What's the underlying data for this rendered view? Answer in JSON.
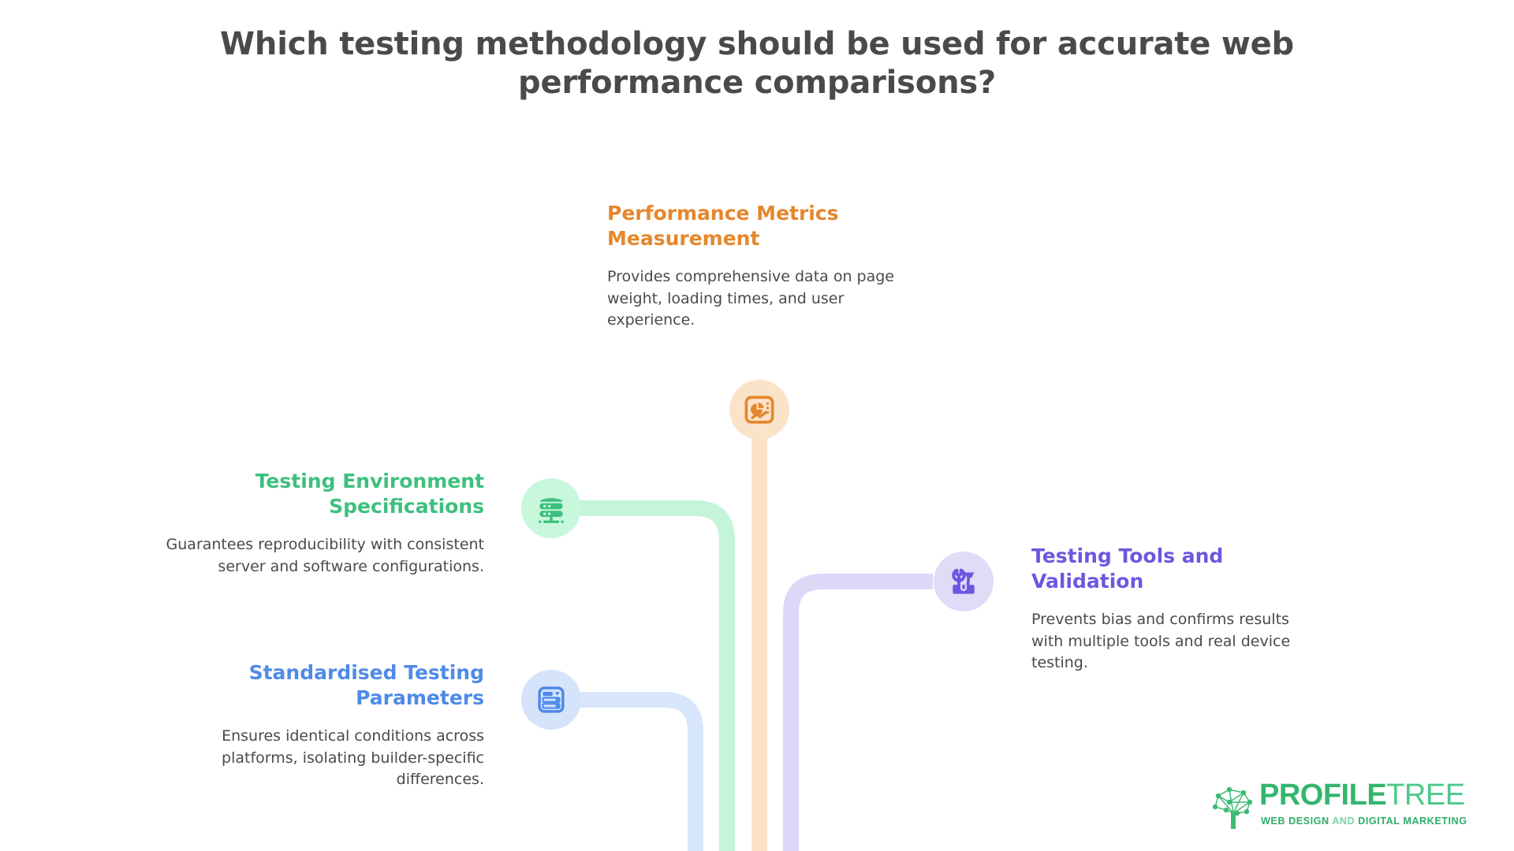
{
  "title": "Which testing methodology should be used for accurate web performance comparisons?",
  "colors": {
    "title_text": "#4a4a4a",
    "body_text": "#4a4a4a",
    "orange": "#e5872c",
    "orange_light": "#fbe3ca",
    "orange_wire": "#fce0c6",
    "green": "#3dc07d",
    "green_light": "#c8f7dc",
    "green_wire": "#c4f5d8",
    "blue": "#4f8ae8",
    "blue_light": "#d5e4fb",
    "blue_wire": "#d7e6fc",
    "purple": "#6c57e0",
    "purple_light": "#e0dcf8",
    "purple_wire": "#ddd8f7"
  },
  "nodes": [
    {
      "id": "performance-metrics-measurement",
      "heading": "Performance Metrics Measurement",
      "body": "Provides comprehensive data on page weight, loading times, and user experience.",
      "color": "#e5872c",
      "icon": "analytics-report-icon",
      "align": "left"
    },
    {
      "id": "testing-environment-specifications",
      "heading": "Testing Environment Specifications",
      "body": "Guarantees reproducibility with consistent server and software configurations.",
      "color": "#3dc07d",
      "icon": "server-stack-icon",
      "align": "right"
    },
    {
      "id": "testing-tools-and-validation",
      "heading": "Testing Tools and Validation",
      "body": "Prevents bias and confirms results with multiple tools and real device testing.",
      "color": "#6c57e0",
      "icon": "toolbox-icon",
      "align": "left"
    },
    {
      "id": "standardised-testing-parameters",
      "heading": "Standardised Testing Parameters",
      "body": "Ensures identical conditions across platforms, isolating builder-specific differences.",
      "color": "#4f8ae8",
      "icon": "settings-panel-icon",
      "align": "right"
    }
  ],
  "logo": {
    "name_bold": "PROFILE",
    "name_light": "TREE",
    "tagline_1": "WEB DESIGN ",
    "tagline_2": "AND ",
    "tagline_3": "DIGITAL MARKETING"
  }
}
